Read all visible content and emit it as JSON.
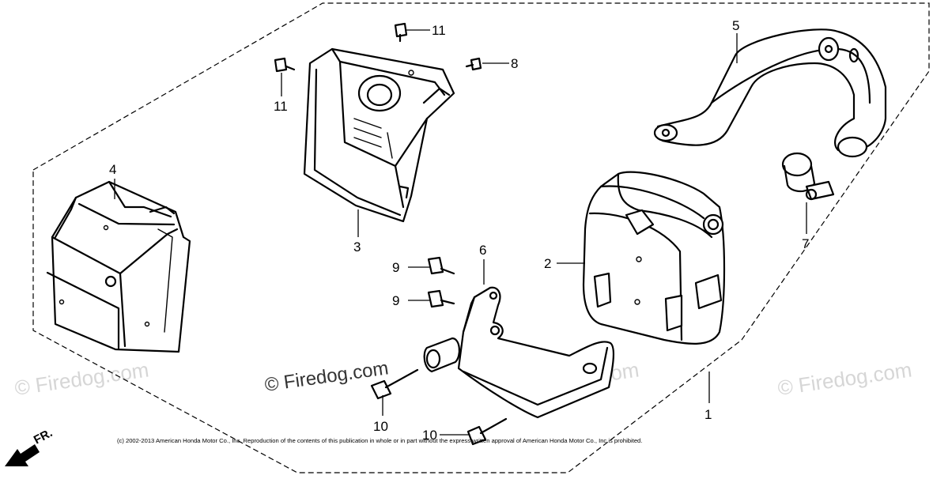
{
  "diagram": {
    "callouts": [
      {
        "id": "p1",
        "label": "1"
      },
      {
        "id": "p2",
        "label": "2"
      },
      {
        "id": "p3",
        "label": "3"
      },
      {
        "id": "p4",
        "label": "4"
      },
      {
        "id": "p5",
        "label": "5"
      },
      {
        "id": "p6",
        "label": "6"
      },
      {
        "id": "p7",
        "label": "7"
      },
      {
        "id": "p8",
        "label": "8"
      },
      {
        "id": "p9a",
        "label": "9"
      },
      {
        "id": "p9b",
        "label": "9"
      },
      {
        "id": "p10a",
        "label": "10"
      },
      {
        "id": "p10b",
        "label": "10"
      },
      {
        "id": "p11a",
        "label": "11"
      },
      {
        "id": "p11b",
        "label": "11"
      }
    ],
    "front_indicator": "FR.",
    "watermark_main": "© Firedog.com",
    "watermark_faint": "© Firedog.com",
    "copyright": "(c) 2002-2013 American Honda Motor Co., Inc. Reproduction of the contents of this publication in whole or in part without the express written approval of American Honda Motor Co., Inc is prohibited."
  }
}
